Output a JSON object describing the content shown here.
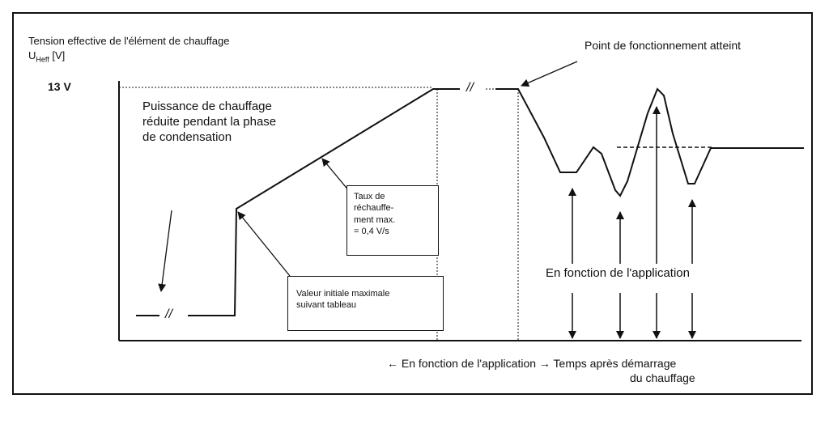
{
  "y_axis_label": {
    "line1": "Tension effective de l'élément de chauffage",
    "symbol": "U",
    "subscript": "Heff",
    "unit": "[V]"
  },
  "y_tick": "13 V",
  "break_marks": [
    "//",
    "//"
  ],
  "annotations": {
    "reduced_power": [
      "Puissance de chauffage",
      "réduite pendant la phase",
      "de condensation"
    ],
    "operating_point": "Point de fonctionnement atteint",
    "application_dependent": "En fonction de l'application"
  },
  "boxes": {
    "heating_rate": [
      "Taux de",
      "réchauffe-",
      "ment max.",
      "= 0,4 V/s"
    ],
    "initial_value": [
      "Valeur initiale maximale",
      "suivant tableau"
    ]
  },
  "x_axis_label": {
    "line1": "← En fonction de l'application → Temps après démarrage",
    "line2": "du chauffage"
  }
}
